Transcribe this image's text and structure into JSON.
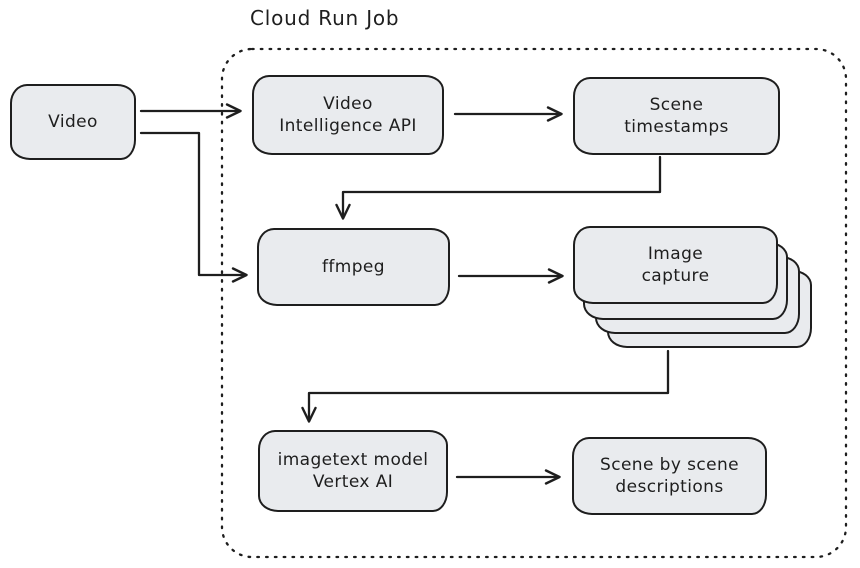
{
  "title": "Cloud Run Job",
  "colors": {
    "node_fill": "#e9ebee",
    "stroke": "#1e1e1e",
    "background": "#ffffff"
  },
  "nodes": {
    "video": {
      "label": "Video"
    },
    "video_intelligence_api": {
      "label": "Video\nIntelligence API"
    },
    "scene_timestamps": {
      "label": "Scene\ntimestamps"
    },
    "ffmpeg": {
      "label": "ffmpeg"
    },
    "image_capture": {
      "label": "Image\ncapture"
    },
    "imagetext_vertex": {
      "label": "imagetext model\nVertex AI"
    },
    "scene_descriptions": {
      "label": "Scene by scene\ndescriptions"
    }
  },
  "connections": [
    {
      "from": "video",
      "to": "video_intelligence_api"
    },
    {
      "from": "video_intelligence_api",
      "to": "scene_timestamps"
    },
    {
      "from": "video",
      "to": "ffmpeg"
    },
    {
      "from": "scene_timestamps",
      "to": "ffmpeg"
    },
    {
      "from": "ffmpeg",
      "to": "image_capture"
    },
    {
      "from": "image_capture",
      "to": "imagetext_vertex"
    },
    {
      "from": "imagetext_vertex",
      "to": "scene_descriptions"
    }
  ]
}
